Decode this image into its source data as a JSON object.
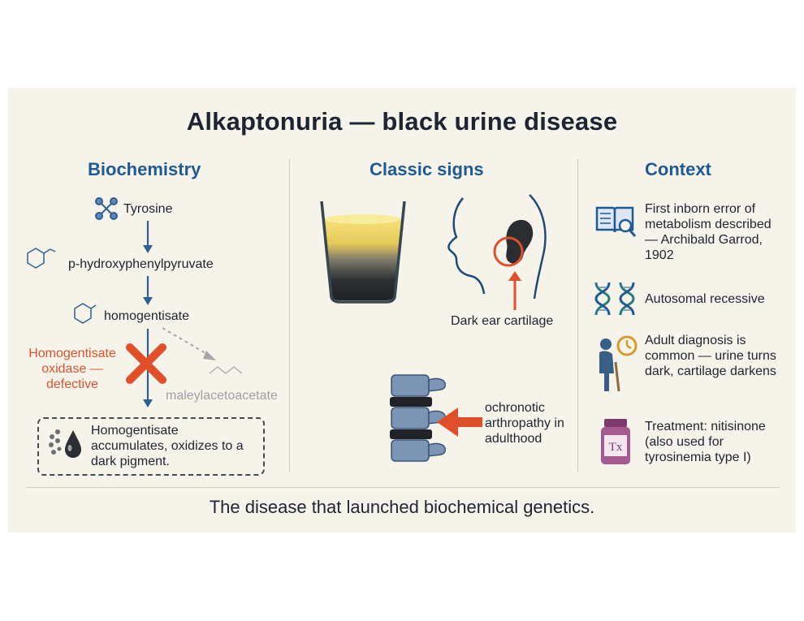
{
  "title": "Alkaptonuria — black urine disease",
  "columns": {
    "biochemistry": {
      "heading": "Biochemistry",
      "steps": [
        "Tyrosine",
        "p-hydroxyphenylpyruvate",
        "homogentisate"
      ],
      "defect_label": "Homogentisate oxidase — defective",
      "blocked_product": "maleylacetoacetate",
      "result": "Homogentisate accumulates, oxidizes to a dark pigment."
    },
    "classic_signs": {
      "heading": "Classic signs",
      "ear_label": "Dark ear cartilage",
      "joint_label": "ochronotic arthropathy in adulthood"
    },
    "context": {
      "heading": "Context",
      "items": [
        {
          "icon": "book-magnifier-icon",
          "text": "First inborn error of metabolism described — Archibald Garrod, 1902"
        },
        {
          "icon": "dna-icon",
          "text": "Autosomal recessive"
        },
        {
          "icon": "elderly-person-clock-icon",
          "text": "Adult diagnosis is common — urine turns dark, cartilage darkens"
        },
        {
          "icon": "prescription-bottle-icon",
          "text": "Treatment: nitisinone (also used for tyrosinemia type I)"
        }
      ]
    }
  },
  "footer": "The disease that launched biochemical genetics.",
  "colors": {
    "heading_blue": "#1f5a92",
    "defect_red": "#d9532c",
    "arrow_blue": "#2f5f8f",
    "panel_bg": "#f6f3ea"
  }
}
